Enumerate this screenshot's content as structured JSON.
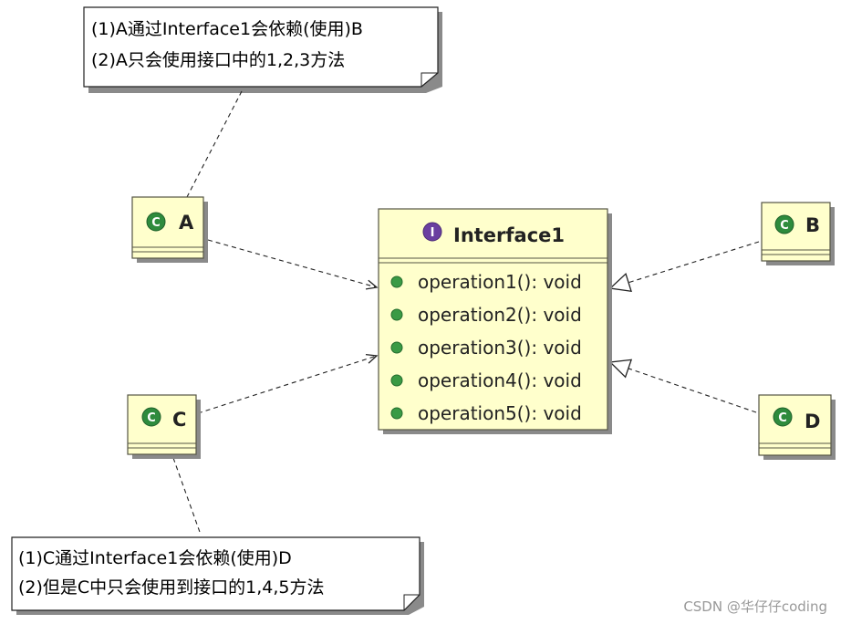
{
  "notes": {
    "top": {
      "line1": "(1)A通过Interface1会依赖(使用)B",
      "line2": "(2)A只会使用接口中的1,2,3方法"
    },
    "bottom": {
      "line1": "(1)C通过Interface1会依赖(使用)D",
      "line2": "(2)但是C中只会使用到接口的1,4,5方法"
    }
  },
  "classes": {
    "a": {
      "name": "A",
      "icon": "class-icon",
      "icon_letter": "C"
    },
    "b": {
      "name": "B",
      "icon": "class-icon",
      "icon_letter": "C"
    },
    "c": {
      "name": "C",
      "icon": "class-icon",
      "icon_letter": "C"
    },
    "d": {
      "name": "D",
      "icon": "class-icon",
      "icon_letter": "C"
    }
  },
  "interface": {
    "name": "Interface1",
    "icon": "interface-icon",
    "icon_letter": "I",
    "operations": [
      "operation1(): void",
      "operation2(): void",
      "operation3(): void",
      "operation4(): void",
      "operation5(): void"
    ]
  },
  "colors": {
    "class_fill": "#ffffcc",
    "class_border": "#555544",
    "class_icon": "#2e8b3d",
    "interface_icon": "#6a3fa0",
    "op_bullet": "#3a9a45",
    "note_fill": "#ffffff",
    "shadow": "#888888"
  },
  "watermark": "CSDN @华仔仔coding"
}
